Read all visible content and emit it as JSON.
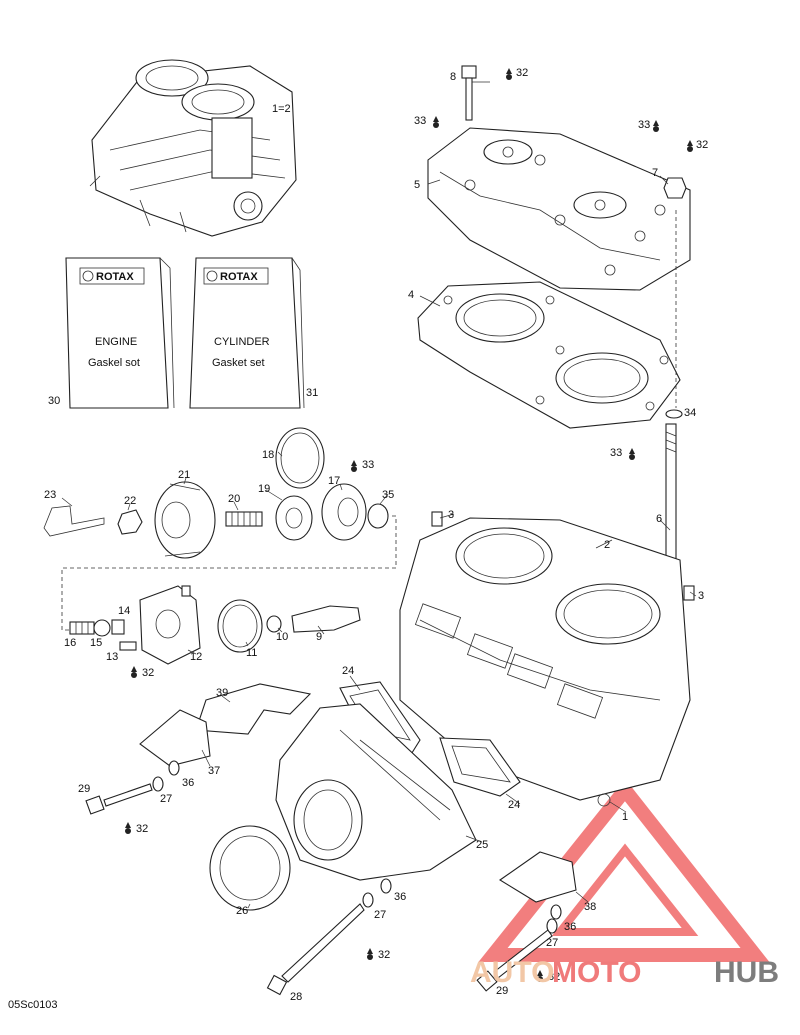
{
  "ratio_label": "1=2",
  "image_code": "05Sc0103",
  "callouts": {
    "c1": "1",
    "c2": "2",
    "c3a": "3",
    "c3b": "3",
    "c4": "4",
    "c5": "5",
    "c6": "6",
    "c7": "7",
    "c8": "8",
    "c9": "9",
    "c10": "10",
    "c11": "11",
    "c12": "12",
    "c13": "13",
    "c14": "14",
    "c15": "15",
    "c16": "16",
    "c17": "17",
    "c18": "18",
    "c19": "19",
    "c20": "20",
    "c21": "21",
    "c22": "22",
    "c23": "23",
    "c24a": "24",
    "c24b": "24",
    "c25": "25",
    "c26": "26",
    "c27a": "27",
    "c27b": "27",
    "c27c": "27",
    "c28": "28",
    "c29a": "29",
    "c29b": "29",
    "c30": "30",
    "c31": "31",
    "c32a": "32",
    "c32b": "32",
    "c32c": "32",
    "c32d": "32",
    "c32e": "32",
    "c32f": "32",
    "c33a": "33",
    "c33b": "33",
    "c33c": "33",
    "c33d": "33",
    "c34": "34",
    "c35": "35",
    "c36a": "36",
    "c36b": "36",
    "c36c": "36",
    "c37": "37",
    "c38": "38",
    "c39": "39"
  },
  "gasket_kits": {
    "engine": {
      "brand": "ROTAX",
      "line1": "ENGINE",
      "line2": "Gaskel sot"
    },
    "cylinder": {
      "brand": "ROTAX",
      "line1": "CYLINDER",
      "line2": "Gasket set"
    }
  },
  "watermark": {
    "auto": "AUTO",
    "moto": "MOTO",
    "hub": "HUB",
    "colors": {
      "auto": "#f2c7a6",
      "moto": "#f07a7a",
      "hub": "#7d7d7d",
      "logo": "#f06868"
    }
  }
}
